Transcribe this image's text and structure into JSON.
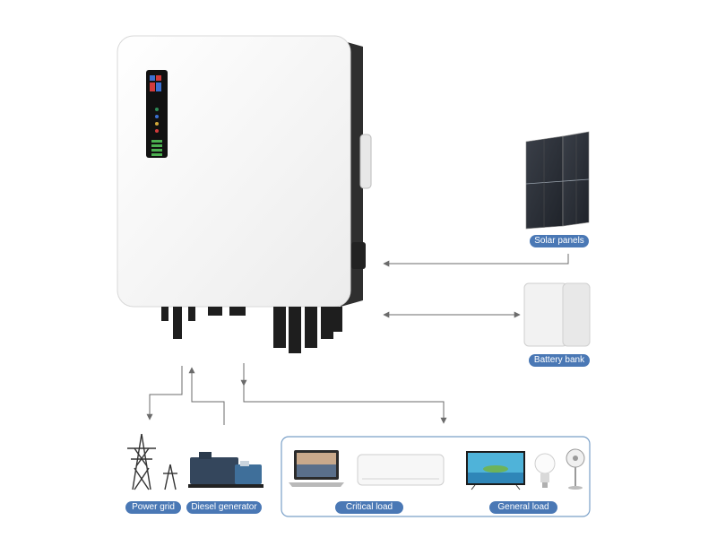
{
  "labels": {
    "solar": "Solar panels",
    "battery": "Battery bank",
    "grid": "Power grid",
    "diesel": "Diesel generator",
    "critical": "Critical load",
    "general": "General load"
  },
  "colors": {
    "label_bg": "#4a78b5",
    "arrow": "#6b6b6b",
    "box_border": "#7aa0c8",
    "inverter_body": "#f7f7f7",
    "inverter_side": "#2f2f2f"
  },
  "icons": [
    "inverter-icon",
    "solar-panel-icon",
    "battery-bank-icon",
    "power-tower-icon",
    "diesel-generator-icon",
    "laptop-icon",
    "air-conditioner-icon",
    "tv-icon",
    "light-bulb-icon",
    "fan-icon"
  ]
}
